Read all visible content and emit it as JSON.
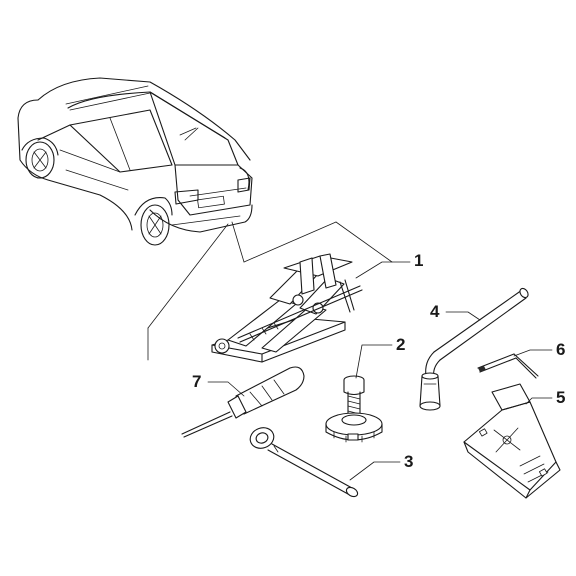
{
  "callouts": {
    "c1": "1",
    "c2": "2",
    "c3": "3",
    "c4": "4",
    "c5": "5",
    "c6": "6",
    "c7": "7"
  },
  "parts": {
    "p1": "scissor-jack",
    "p2": "spare-wheel-clamp-screw",
    "p3": "towing-eye",
    "p4": "wheel-brace",
    "p5": "wheel-chock",
    "p6": "hex-key",
    "p7": "screwdriver"
  },
  "colors": {
    "line": "#1a1a1a",
    "background": "#ffffff"
  }
}
